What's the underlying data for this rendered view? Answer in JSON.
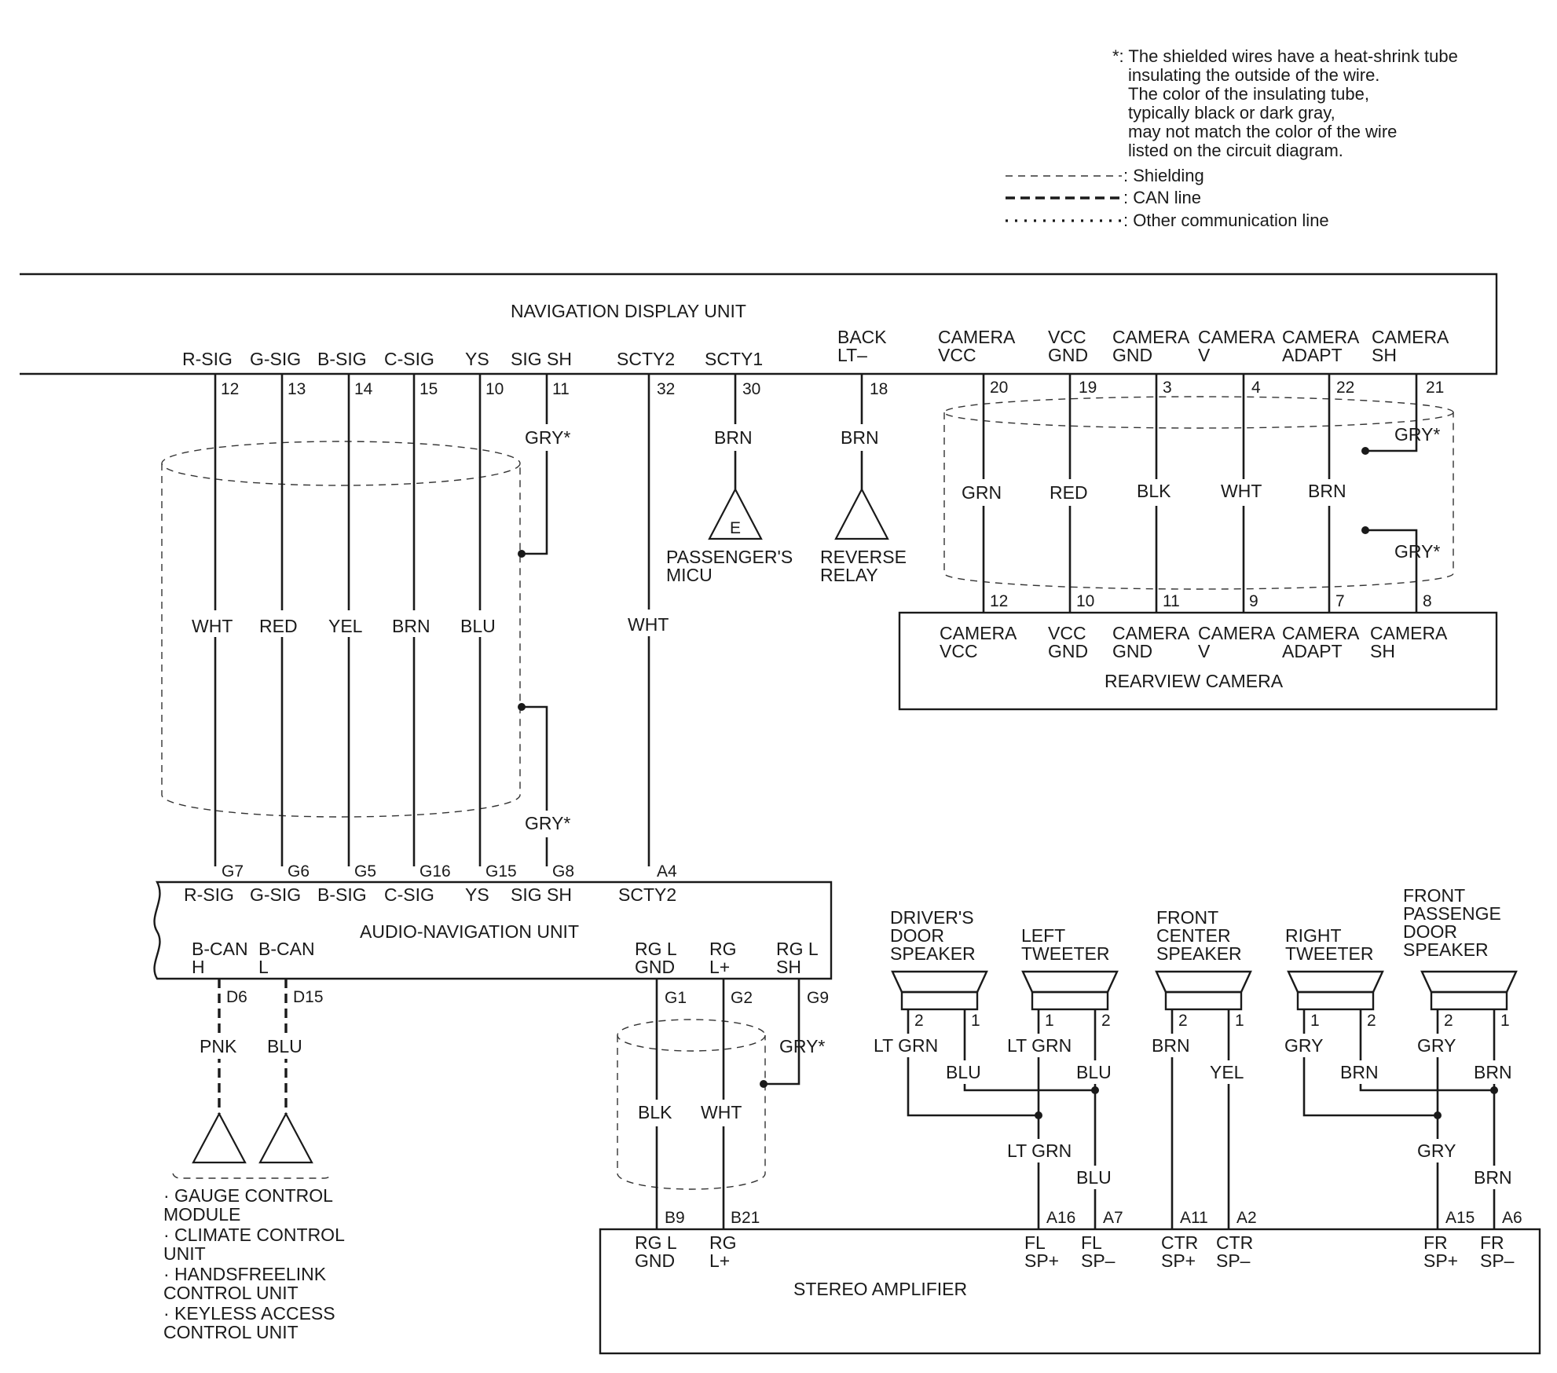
{
  "colors": {
    "ink": "#1a1a1a",
    "background": "#ffffff"
  },
  "legend": {
    "note": [
      "*: The shielded wires have a heat-shrink tube",
      "insulating the outside of the wire.",
      "The color of the insulating tube,",
      "typically black or dark gray,",
      "may not match the color of the wire",
      "listed on the circuit diagram."
    ],
    "shielding": ": Shielding",
    "can_line": ": CAN line",
    "other_comm": ": Other communication line"
  },
  "nav_display": {
    "title": "NAVIGATION DISPLAY UNIT",
    "terminals": [
      {
        "label": [
          "R-SIG"
        ],
        "pin": "12"
      },
      {
        "label": [
          "G-SIG"
        ],
        "pin": "13"
      },
      {
        "label": [
          "B-SIG"
        ],
        "pin": "14"
      },
      {
        "label": [
          "C-SIG"
        ],
        "pin": "15"
      },
      {
        "label": [
          "YS"
        ],
        "pin": "10"
      },
      {
        "label": [
          "SIG SH"
        ],
        "pin": "11"
      },
      {
        "label": [
          "SCTY2"
        ],
        "pin": "32"
      },
      {
        "label": [
          "SCTY1"
        ],
        "pin": "30"
      },
      {
        "label": [
          "BACK",
          "LT–"
        ],
        "pin": "18"
      },
      {
        "label": [
          "CAMERA",
          "VCC"
        ],
        "pin": "20"
      },
      {
        "label": [
          "VCC",
          "GND"
        ],
        "pin": "19"
      },
      {
        "label": [
          "CAMERA",
          "GND"
        ],
        "pin": "3"
      },
      {
        "label": [
          "CAMERA",
          "V"
        ],
        "pin": "4"
      },
      {
        "label": [
          "CAMERA",
          "ADAPT"
        ],
        "pin": "22"
      },
      {
        "label": [
          "CAMERA",
          "SH"
        ],
        "pin": "21"
      }
    ]
  },
  "video_wires": [
    "WHT",
    "RED",
    "YEL",
    "BRN",
    "BLU"
  ],
  "sig_sh_color": "GRY*",
  "scty2_color": "WHT",
  "scty1_color": "BRN",
  "backlt_color": "BRN",
  "passenger_micu": {
    "symbol": "E",
    "label": [
      "PASSENGER'S",
      "MICU"
    ]
  },
  "reverse_relay": {
    "label": [
      "REVERSE",
      "RELAY"
    ]
  },
  "camera_wires": [
    "GRN",
    "RED",
    "BLK",
    "WHT",
    "BRN"
  ],
  "camera_sh_colors": [
    "GRY*",
    "GRY*"
  ],
  "rearview_camera": {
    "title": "REARVIEW CAMERA",
    "pins": [
      "12",
      "10",
      "11",
      "9",
      "7",
      "8"
    ],
    "terminals": [
      [
        "CAMERA",
        "VCC"
      ],
      [
        "VCC",
        "GND"
      ],
      [
        "CAMERA",
        "GND"
      ],
      [
        "CAMERA",
        "V"
      ],
      [
        "CAMERA",
        "ADAPT"
      ],
      [
        "CAMERA",
        "SH"
      ]
    ]
  },
  "audio_nav": {
    "title": "AUDIO-NAVIGATION UNIT",
    "top_pins": [
      "G7",
      "G6",
      "G5",
      "G16",
      "G15",
      "G8",
      "A4"
    ],
    "top_terminals": [
      "R-SIG",
      "G-SIG",
      "B-SIG",
      "C-SIG",
      "YS",
      "SIG SH",
      "SCTY2"
    ],
    "bcan": [
      [
        "B-CAN",
        "H"
      ],
      [
        "B-CAN",
        "L"
      ]
    ],
    "bcan_pins": [
      "D6",
      "D15"
    ],
    "bcan_colors": [
      "PNK",
      "BLU"
    ],
    "rgl": [
      [
        "RG L",
        "GND"
      ],
      [
        "RG",
        "L+"
      ],
      [
        "RG L",
        "SH"
      ]
    ],
    "rgl_pins": [
      "G1",
      "G2",
      "G9"
    ]
  },
  "lower_sig_sh_color": "GRY*",
  "modules": [
    "· GAUGE CONTROL",
    "MODULE",
    "· CLIMATE CONTROL",
    "UNIT",
    "· HANDSFREELINK",
    "CONTROL UNIT",
    "· KEYLESS ACCESS",
    "CONTROL UNIT"
  ],
  "rgl_wires": [
    "BLK",
    "WHT",
    "GRY*"
  ],
  "speakers": {
    "driver_door": {
      "label": [
        "DRIVER'S",
        "DOOR",
        "SPEAKER"
      ],
      "pins": [
        "2",
        "1"
      ]
    },
    "left_tweeter": {
      "label": [
        "LEFT",
        "TWEETER"
      ],
      "pins": [
        "1",
        "2"
      ]
    },
    "front_center": {
      "label": [
        "FRONT",
        "CENTER",
        "SPEAKER"
      ],
      "pins": [
        "2",
        "1"
      ]
    },
    "right_tweeter": {
      "label": [
        "RIGHT",
        "TWEETER"
      ],
      "pins": [
        "1",
        "2"
      ]
    },
    "front_passenger_door": {
      "label": [
        "FRONT",
        "PASSENGE",
        "DOOR",
        "SPEAKER"
      ],
      "pins": [
        "2",
        "1"
      ]
    }
  },
  "speaker_wires": {
    "driver_door": [
      "LT GRN",
      "BLU"
    ],
    "left_tweeter": [
      "LT GRN",
      "BLU"
    ],
    "left_merged": [
      "LT GRN",
      "BLU"
    ],
    "front_center": [
      "BRN",
      "YEL"
    ],
    "right_tweeter": [
      "GRY",
      "BRN"
    ],
    "front_passenger_door": [
      "GRY",
      "BRN"
    ],
    "right_merged": [
      "GRY",
      "BRN"
    ]
  },
  "stereo_amp": {
    "title": "STEREO AMPLIFIER",
    "pins": [
      "B9",
      "B21",
      "A16",
      "A7",
      "A11",
      "A2",
      "A15",
      "A6"
    ],
    "terminals": [
      [
        "RG L",
        "GND"
      ],
      [
        "RG",
        "L+"
      ],
      [
        "FL",
        "SP+"
      ],
      [
        "FL",
        "SP–"
      ],
      [
        "CTR",
        "SP+"
      ],
      [
        "CTR",
        "SP–"
      ],
      [
        "FR",
        "SP+"
      ],
      [
        "FR",
        "SP–"
      ]
    ]
  }
}
